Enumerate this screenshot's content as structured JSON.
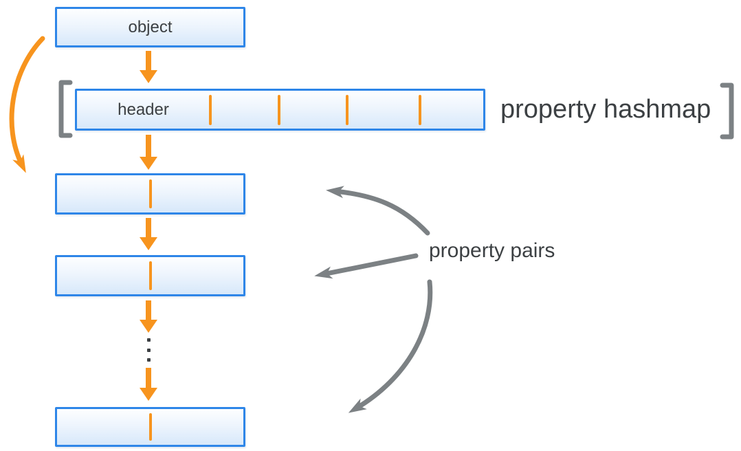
{
  "diagram": {
    "object_box": {
      "label": "object"
    },
    "hashmap_row": {
      "header_label": "header",
      "caption": "property hashmap",
      "slot_divider_count": 4
    },
    "pairs": {
      "caption": "property pairs",
      "box_count": 3,
      "ellipsis_dot_count": 3
    }
  },
  "colors": {
    "accent_orange": "#f7941e",
    "box_border_blue": "#2e86e8",
    "box_fill_top": "#fdfeff",
    "box_fill_bottom": "#d7e8fa",
    "arrow_gray": "#7c8184",
    "text_dark": "#3c4043"
  }
}
